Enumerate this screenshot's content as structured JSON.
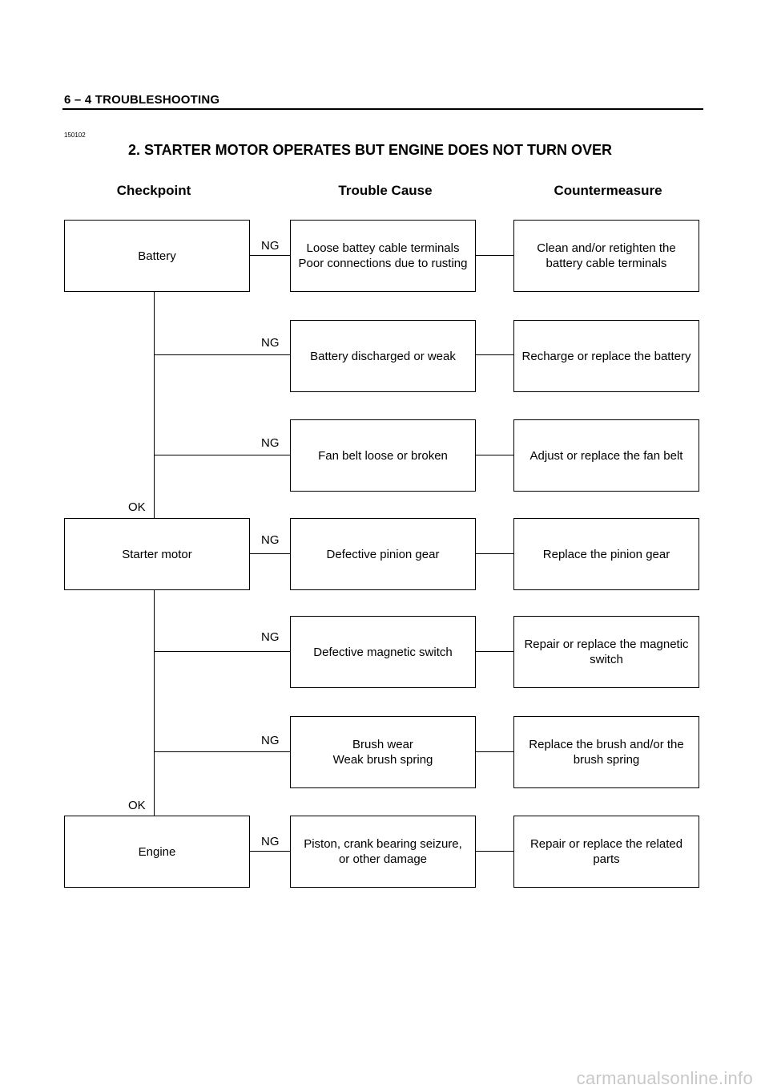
{
  "header": {
    "section": "6 – 4  TROUBLESHOOTING",
    "code": "150102",
    "title": "2.  STARTER MOTOR OPERATES BUT ENGINE DOES NOT TURN OVER"
  },
  "columns": {
    "checkpoint": "Checkpoint",
    "cause": "Trouble Cause",
    "countermeasure": "Countermeasure"
  },
  "checkpoints": [
    "Battery",
    "Starter motor",
    "Engine"
  ],
  "flow": [
    {
      "ng": "NG",
      "cause": "Loose battey cable terminals\nPoor connections due to rusting",
      "fix": "Clean and/or retighten the\nbattery cable terminals"
    },
    {
      "ng": "NG",
      "cause": "Battery discharged or weak",
      "fix": "Recharge or replace the battery"
    },
    {
      "ng": "NG",
      "cause": "Fan belt loose or broken",
      "fix": "Adjust or replace the fan belt"
    },
    {
      "ng": "NG",
      "cause": "Defective pinion gear",
      "fix": "Replace the pinion gear"
    },
    {
      "ng": "NG",
      "cause": "Defective magnetic switch",
      "fix": "Repair or replace the magnetic\nswitch"
    },
    {
      "ng": "NG",
      "cause": "Brush wear\nWeak brush spring",
      "fix": "Replace the brush and/or the\nbrush spring"
    },
    {
      "ng": "NG",
      "cause": "Piston, crank bearing seizure,\nor other damage",
      "fix": "Repair or replace the related\nparts"
    }
  ],
  "ok_labels": [
    "OK",
    "OK"
  ],
  "watermark": "carmanualsonline.info"
}
